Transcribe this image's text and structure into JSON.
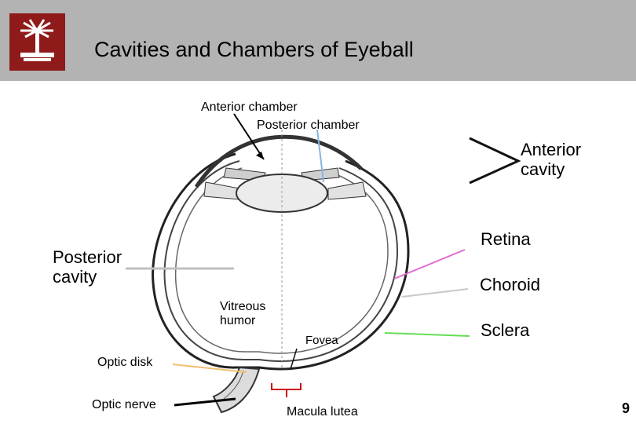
{
  "slide": {
    "title": "Cavities and Chambers of Eyeball",
    "page_number": "9"
  },
  "labels": {
    "anterior_chamber": "Anterior chamber",
    "posterior_chamber": "Posterior chamber",
    "anterior_cavity": "Anterior\ncavity",
    "posterior_cavity": "Posterior\ncavity",
    "retina": "Retina",
    "choroid": "Choroid",
    "sclera": "Sclera",
    "vitreous_humor": "Vitreous\nhumor",
    "fovea": "Fovea",
    "optic_disk": "Optic disk",
    "optic_nerve": "Optic nerve",
    "macula_lutea": "Macula lutea"
  },
  "colors": {
    "header_bg": "#b3b3b3",
    "logo_bg": "#8f1a1a",
    "posterior_chamber_pointer": "#8ab4e0",
    "retina_pointer": "#e06ccf",
    "choroid_pointer": "#c8c8c8",
    "sclera_pointer": "#66dd55",
    "optic_disk_pointer": "#f0c070",
    "macula_bracket": "#cc1111",
    "fovea_pointer": "#111111",
    "posterior_cavity_pointer": "#c0c0c0"
  }
}
